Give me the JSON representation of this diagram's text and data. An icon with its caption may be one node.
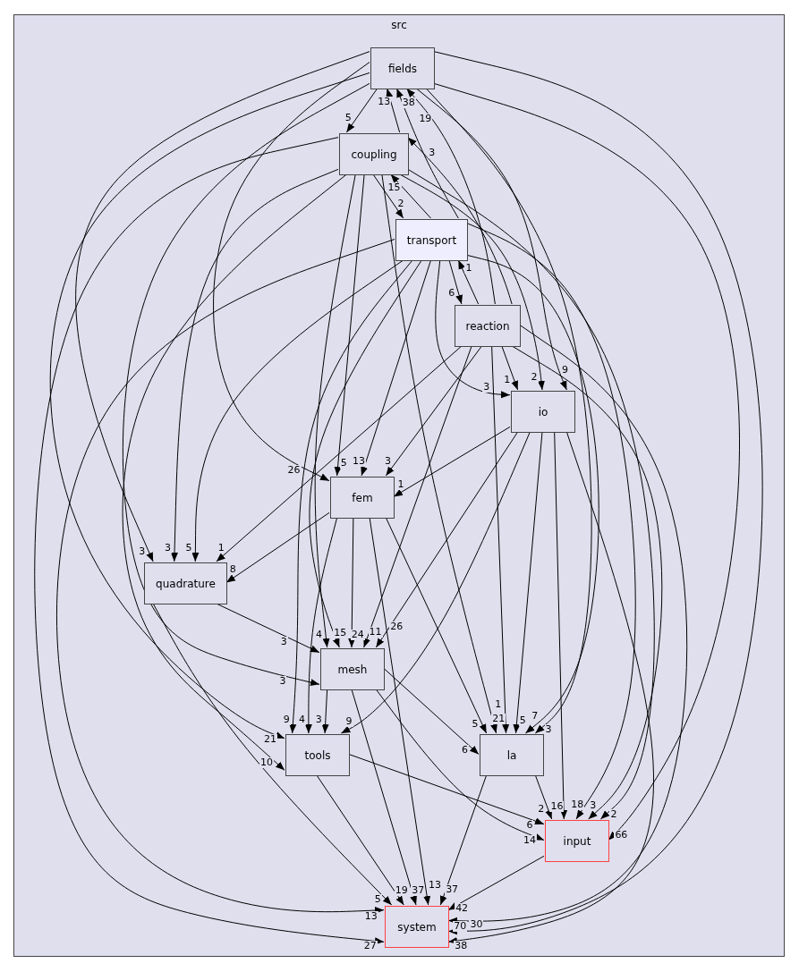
{
  "diagram": {
    "nodes": [
      {
        "text": [
          "src"
        ]
      },
      {
        "text": [
          "fields"
        ],
        "in": 0
      },
      {
        "text": [
          "coupling"
        ],
        "in": 0
      },
      {
        "text": [
          "transport"
        ],
        "in": 0
      },
      {
        "text": [
          "reaction"
        ],
        "in": 0
      },
      {
        "text": [
          "io"
        ],
        "in": 0
      },
      {
        "text": [
          "fem"
        ],
        "in": 0
      },
      {
        "text": [
          "quadrature"
        ],
        "in": 0
      },
      {
        "text": [
          "mesh"
        ],
        "in": 0
      },
      {
        "text": [
          "tools"
        ],
        "in": 0
      },
      {
        "text": [
          "la"
        ],
        "in": 0
      },
      {
        "text": [
          "input"
        ],
        "in": 0
      },
      {
        "text": [
          "system"
        ],
        "in": 0
      }
    ],
    "edges": [
      {
        "from": 1,
        "to": 2,
        "arrow": "to",
        "label": "5"
      },
      {
        "from": 2,
        "to": 1,
        "arrow": "to",
        "label": "13"
      },
      {
        "from": 3,
        "to": 1,
        "arrow": "to",
        "label": "38"
      },
      {
        "from": 4,
        "to": 1,
        "arrow": "to",
        "label": "19"
      },
      {
        "from": 2,
        "to": 3,
        "arrow": "to",
        "label": "2"
      },
      {
        "from": 3,
        "to": 2,
        "arrow": "to",
        "label": "15"
      },
      {
        "from": 4,
        "to": 2,
        "arrow": "to",
        "label": "3"
      },
      {
        "from": 3,
        "to": 4,
        "arrow": "to",
        "label": "6"
      },
      {
        "from": 4,
        "to": 3,
        "arrow": "to",
        "label": "1"
      },
      {
        "from": 4,
        "to": 5,
        "arrow": "to",
        "label": "1"
      },
      {
        "from": 3,
        "to": 5,
        "arrow": "to",
        "label": "3"
      },
      {
        "from": 2,
        "to": 5,
        "arrow": "to",
        "label": "2"
      },
      {
        "from": 1,
        "to": 5,
        "arrow": "to",
        "label": "9"
      },
      {
        "from": 1,
        "to": 6,
        "arrow": "to",
        "label": "26"
      },
      {
        "from": 2,
        "to": 6,
        "arrow": "to",
        "label": "5"
      },
      {
        "from": 3,
        "to": 6,
        "arrow": "to",
        "label": "13"
      },
      {
        "from": 4,
        "to": 6,
        "arrow": "to",
        "label": "3"
      },
      {
        "from": 5,
        "to": 6,
        "arrow": "to",
        "label": "1"
      },
      {
        "from": 1,
        "to": 7,
        "arrow": "to",
        "label": "3"
      },
      {
        "from": 2,
        "to": 7,
        "arrow": "to",
        "label": "3"
      },
      {
        "from": 3,
        "to": 7,
        "arrow": "to",
        "label": "5"
      },
      {
        "from": 4,
        "to": 7,
        "arrow": "to",
        "label": "1"
      },
      {
        "from": 6,
        "to": 7,
        "arrow": "to",
        "label": "8"
      },
      {
        "from": 7,
        "to": 8,
        "arrow": "to",
        "label": "3"
      },
      {
        "from": 1,
        "to": 8,
        "arrow": "to",
        "label": "3"
      },
      {
        "from": 2,
        "to": 8,
        "arrow": "to",
        "label": "4"
      },
      {
        "from": 3,
        "to": 8,
        "arrow": "to",
        "label": "15"
      },
      {
        "from": 6,
        "to": 8,
        "arrow": "to",
        "label": "24"
      },
      {
        "from": 4,
        "to": 8,
        "arrow": "to",
        "label": "11"
      },
      {
        "from": 5,
        "to": 8,
        "arrow": "to",
        "label": "26"
      },
      {
        "from": 1,
        "to": 9,
        "arrow": "to",
        "label": "21"
      },
      {
        "from": 2,
        "to": 9,
        "arrow": "to",
        "label": "10"
      },
      {
        "from": 3,
        "to": 9,
        "arrow": "to",
        "label": "9"
      },
      {
        "from": 6,
        "to": 9,
        "arrow": "to",
        "label": "4"
      },
      {
        "from": 8,
        "to": 9,
        "arrow": "to",
        "label": "3"
      },
      {
        "from": 5,
        "to": 9,
        "arrow": "to",
        "label": "9"
      },
      {
        "from": 8,
        "to": 10,
        "arrow": "to",
        "label": "6"
      },
      {
        "from": 2,
        "to": 10,
        "arrow": "to",
        "label": "21"
      },
      {
        "from": 4,
        "to": 10,
        "arrow": "to",
        "label": "1"
      },
      {
        "from": 6,
        "to": 10,
        "arrow": "to",
        "label": "5"
      },
      {
        "from": 5,
        "to": 10,
        "arrow": "to",
        "label": "5"
      },
      {
        "from": 3,
        "to": 10,
        "arrow": "to",
        "label": "7"
      },
      {
        "from": 1,
        "to": 10,
        "arrow": "to",
        "label": "3"
      },
      {
        "from": 8,
        "to": 11,
        "arrow": "to",
        "label": "14"
      },
      {
        "from": 9,
        "to": 11,
        "arrow": "to",
        "label": "6"
      },
      {
        "from": 10,
        "to": 11,
        "arrow": "to",
        "label": "2"
      },
      {
        "from": 5,
        "to": 11,
        "arrow": "to",
        "label": "16"
      },
      {
        "from": 3,
        "to": 11,
        "arrow": "to",
        "label": "18"
      },
      {
        "from": 4,
        "to": 11,
        "arrow": "to",
        "label": "3"
      },
      {
        "from": 2,
        "to": 11,
        "arrow": "to",
        "label": "2"
      },
      {
        "from": 1,
        "to": 11,
        "arrow": "to",
        "label": "66"
      },
      {
        "from": 7,
        "to": 12,
        "arrow": "to",
        "label": "5"
      },
      {
        "from": 9,
        "to": 12,
        "arrow": "to",
        "label": "19"
      },
      {
        "from": 8,
        "to": 12,
        "arrow": "to",
        "label": "37"
      },
      {
        "from": 6,
        "to": 12,
        "arrow": "to",
        "label": "13"
      },
      {
        "from": 10,
        "to": 12,
        "arrow": "to",
        "label": "37"
      },
      {
        "from": 11,
        "to": 12,
        "arrow": "to",
        "label": "42"
      },
      {
        "from": 2,
        "to": 12,
        "arrow": "to",
        "label": "27"
      },
      {
        "from": 3,
        "to": 12,
        "arrow": "to",
        "label": "13"
      },
      {
        "from": 1,
        "to": 12,
        "arrow": "to",
        "label": "30"
      },
      {
        "from": 4,
        "to": 12,
        "arrow": "to",
        "label": "70"
      },
      {
        "from": 5,
        "to": 12,
        "arrow": "to",
        "label": "38"
      }
    ]
  }
}
